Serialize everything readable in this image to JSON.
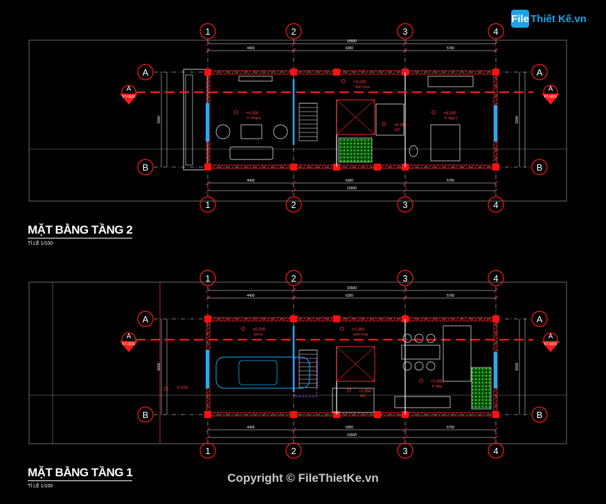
{
  "logo": {
    "mark": "File",
    "text": "Thiết Kế.vn"
  },
  "copyright": "Copyright © FileThietKe.vn",
  "plans": [
    {
      "title": "MẶT BẰNG TẦNG 2",
      "scale": "TỈ LỆ 1/100",
      "rooms": [
        {
          "level": "+4.200",
          "name": "P. Khách"
        },
        {
          "level": "+4.200",
          "name": "Sinh hoạt"
        },
        {
          "level": "+4.200",
          "name": "P. Ngủ 1"
        },
        {
          "level": "+4.150",
          "name": "WC"
        }
      ]
    },
    {
      "title": "MẶT BẰNG TẦNG 1",
      "scale": "TỈ LỆ 1/100",
      "rooms": [
        {
          "level": "±0.000",
          "name": "Để xe"
        },
        {
          "level": "+0.900",
          "name": "Sinh hoạt"
        },
        {
          "level": "+0.900",
          "name": "P. Bếp"
        },
        {
          "level": "+0.850",
          "name": "WC"
        }
      ],
      "outside_level": "-0.200"
    }
  ],
  "grid_axes": [
    "1",
    "2",
    "3",
    "4"
  ],
  "row_axes": [
    "A",
    "B"
  ],
  "section_marker": {
    "letter": "A",
    "sheet": "KT-0601"
  },
  "dimensions": {
    "total": "16500",
    "spans": [
      "4400",
      "6300",
      "5700"
    ],
    "depth": "5000"
  },
  "colors": {
    "wall": "#ff2a2a",
    "line": "#ffffff",
    "grid": "#ffffff",
    "axis_circle": "#ff1a1a",
    "cyan": "#1ab0ff",
    "green": "#1fa01f",
    "magenta": "#b040ff"
  }
}
